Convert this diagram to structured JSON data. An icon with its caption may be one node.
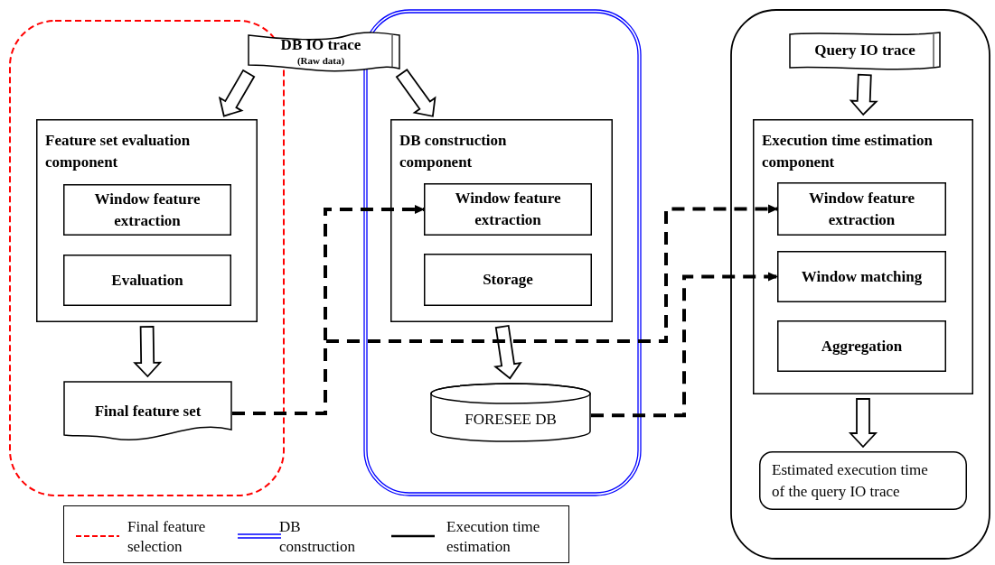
{
  "diagram": {
    "nodes": [
      {
        "text": [],
        "shape": "box"
      },
      {
        "text": [],
        "shape": "box"
      },
      {
        "text": [],
        "shape": "box"
      },
      {
        "text": [
          "DB IO trace",
          "(Raw data)"
        ]
      },
      {
        "text": [
          "Feature set evaluation component"
        ],
        "in": 0
      },
      {
        "text": [
          "Window feature extraction"
        ],
        "in": 4
      },
      {
        "text": [
          "Evaluation"
        ],
        "in": 4
      },
      {
        "text": [
          "Final feature set"
        ],
        "in": 0
      },
      {
        "text": [
          "DB construction component"
        ],
        "in": 1
      },
      {
        "text": [
          "Window feature extraction"
        ],
        "in": 8
      },
      {
        "text": [
          "Storage"
        ],
        "in": 8
      },
      {
        "text": [
          "FORESEE DB"
        ],
        "in": 1
      },
      {
        "text": [
          "Query IO trace"
        ],
        "in": 2
      },
      {
        "text": [
          "Execution time estimation component"
        ],
        "in": 2
      },
      {
        "text": [
          "Window feature extraction"
        ],
        "in": 13
      },
      {
        "text": [
          "Window matching"
        ],
        "in": 13
      },
      {
        "text": [
          "Aggregation"
        ],
        "in": 13
      },
      {
        "text": [
          "Estimated execution time of the query IO trace"
        ],
        "in": 2
      }
    ],
    "edges": [
      {
        "from": 3,
        "to": 4,
        "arrow": "to"
      },
      {
        "from": 3,
        "to": 8,
        "arrow": "to"
      },
      {
        "from": 4,
        "to": 7,
        "arrow": "to"
      },
      {
        "from": 8,
        "to": 11,
        "arrow": "to"
      },
      {
        "from": 12,
        "to": 13,
        "arrow": "to"
      },
      {
        "from": 13,
        "to": 17,
        "arrow": "to"
      },
      {
        "from": 7,
        "to": 9,
        "arrow": "to",
        "style": "dashed"
      },
      {
        "from": 7,
        "to": 14,
        "arrow": "to",
        "style": "dashed"
      },
      {
        "from": 11,
        "to": 15,
        "arrow": "to",
        "style": "dashed"
      }
    ],
    "legend": [
      {
        "text": "Final feature selection"
      },
      {
        "text": "DB construction"
      },
      {
        "text": "Execution time estimation"
      }
    ]
  }
}
